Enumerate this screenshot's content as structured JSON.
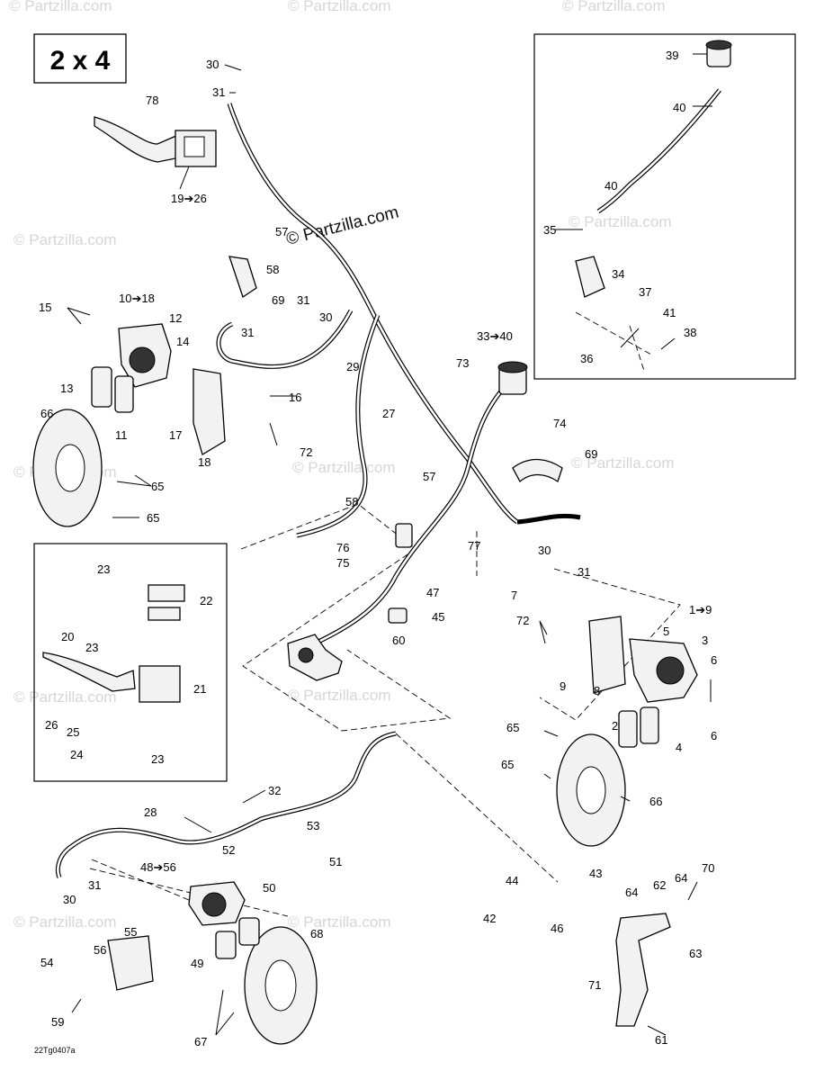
{
  "badge": "2 x 4",
  "brand": "© Partzilla.com",
  "watermark": "© Partzilla.com",
  "figure_code": "22Tg0407a",
  "callouts": [
    "30",
    "31",
    "78",
    "19➔26",
    "57",
    "58",
    "69",
    "31",
    "30",
    "29",
    "27",
    "15",
    "10➔18",
    "12",
    "14",
    "31",
    "13",
    "11",
    "17",
    "16",
    "18",
    "72",
    "66",
    "65",
    "65",
    "58",
    "57",
    "73",
    "33➔40",
    "74",
    "69",
    "39",
    "40",
    "40",
    "35",
    "34",
    "37",
    "41",
    "36",
    "38",
    "23",
    "22",
    "20",
    "23",
    "21",
    "26",
    "25",
    "24",
    "23",
    "76",
    "75",
    "77",
    "47",
    "45",
    "60",
    "7",
    "1➔9",
    "72",
    "5",
    "3",
    "9",
    "8",
    "6",
    "6",
    "2",
    "4",
    "30",
    "31",
    "65",
    "65",
    "66",
    "28",
    "32",
    "53",
    "52",
    "48➔56",
    "51",
    "30",
    "31",
    "50",
    "55",
    "56",
    "54",
    "59",
    "49",
    "68",
    "67",
    "44",
    "43",
    "42",
    "46",
    "71",
    "70",
    "64",
    "62",
    "64",
    "63",
    "61"
  ]
}
